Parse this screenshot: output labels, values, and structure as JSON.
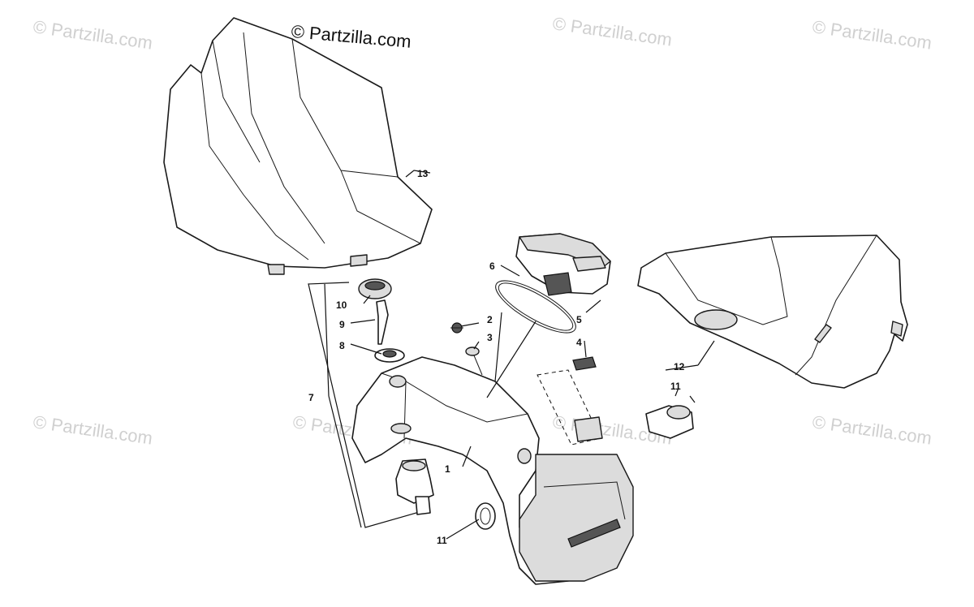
{
  "copyright": "© Partzilla.com",
  "watermark": "© Partzilla.com",
  "callouts": {
    "c1": "1",
    "c2": "2",
    "c3": "3",
    "c4": "4",
    "c5": "5",
    "c6": "6",
    "c7": "7",
    "c8": "8",
    "c9": "9",
    "c10": "10",
    "c11a": "11",
    "c11b": "11",
    "c12": "12",
    "c13": "13"
  }
}
